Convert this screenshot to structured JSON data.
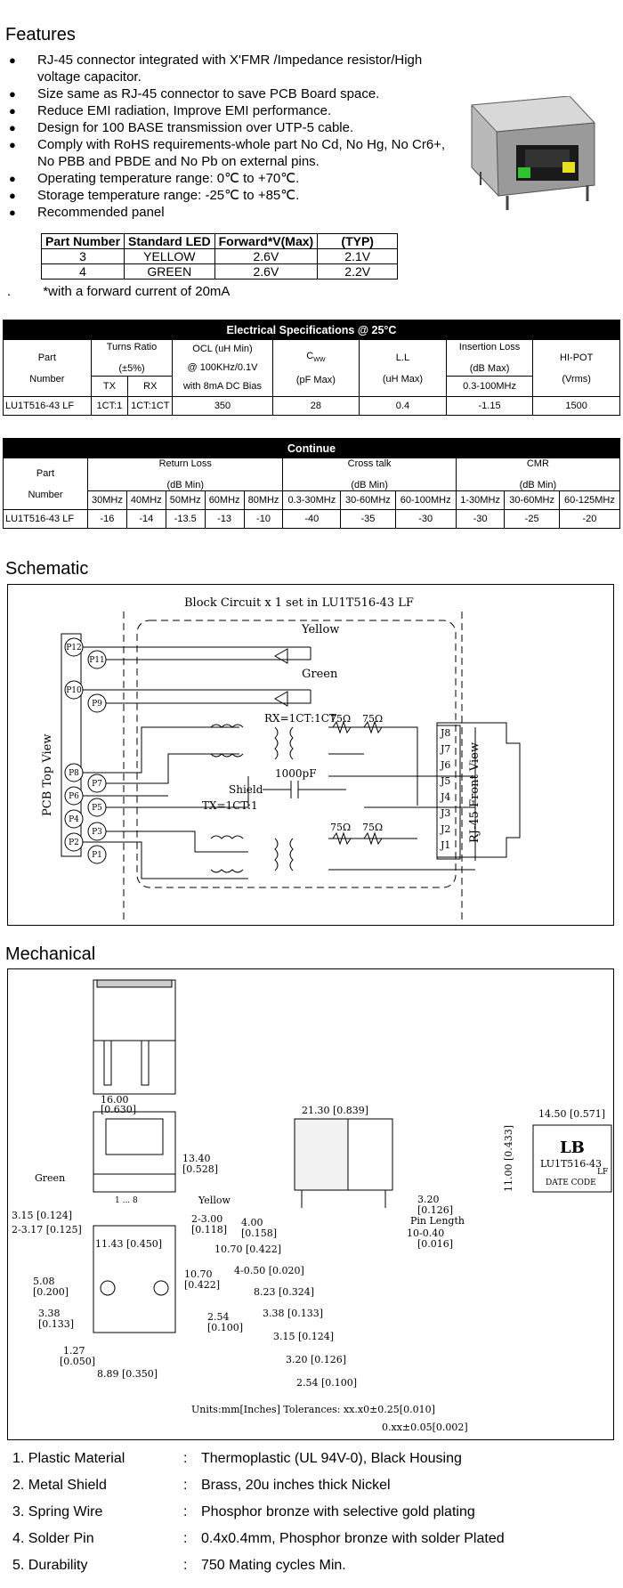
{
  "features": {
    "title": "Features",
    "items": [
      "RJ-45 connector integrated with X'FMR /Impedance resistor/High voltage capacitor.",
      "Size same as RJ-45 connector to save PCB Board space.",
      "Reduce EMI radiation, Improve EMI performance.",
      "Design for 100 BASE transmission over UTP-5 cable.",
      "Comply with RoHS requirements-whole part No Cd, No Hg, No Cr6+, No PBB and PBDE and No Pb on external pins.",
      "Operating temperature range: 0℃  to +70℃.",
      "Storage temperature range: -25℃  to +85℃.",
      "Recommended panel"
    ],
    "panel_table": {
      "headers": [
        "Part Number",
        "Standard LED",
        "Forward*V(Max)",
        "(TYP)"
      ],
      "rows": [
        [
          "3",
          "YELLOW",
          "2.6V",
          "2.1V"
        ],
        [
          "4",
          "GREEN",
          "2.6V",
          "2.2V"
        ]
      ]
    },
    "footnote_dot": ".",
    "footnote": "*with a forward current of 20mA",
    "colors": {
      "led_green": "#2fc42f",
      "led_yellow": "#e6e020"
    }
  },
  "electrical": {
    "title": "Electrical Specifications @ 25°C",
    "h_part": "Part",
    "h_number": "Number",
    "h_turns": "Turns Ratio",
    "h_turns2": "(±5%)",
    "h_tx": "TX",
    "h_rx": "RX",
    "h_ocl1": "OCL (uH Min)",
    "h_ocl2": "@ 100KHz/0.1V",
    "h_ocl3": "with 8mA DC Bias",
    "h_cww": "C",
    "h_cww_sub": "WW",
    "h_cww2": "(pF Max)",
    "h_ll": "L.L",
    "h_ll2": "(uH Max)",
    "h_ins1": "Insertion Loss",
    "h_ins2": "(dB Max)",
    "h_ins3": "0.3-100MHz",
    "h_hipot": "HI-POT",
    "h_hipot2": "(Vrms)",
    "row": [
      "LU1T516-43 LF",
      "1CT:1",
      "1CT:1CT",
      "350",
      "28",
      "0.4",
      "-1.15",
      "1500"
    ]
  },
  "continue": {
    "title": "Continue",
    "h_part": "Part",
    "h_number": "Number",
    "return_loss": "Return Loss",
    "cross_talk": "Cross talk",
    "cmr": "CMR",
    "db_min": "(dB Min)",
    "freqs": [
      "30MHz",
      "40MHz",
      "50MHz",
      "60MHz",
      "80MHz",
      "0.3-30MHz",
      "30-60MHz",
      "60-100MHz",
      "1-30MHz",
      "30-60MHz",
      "60-125MHz"
    ],
    "row": [
      "LU1T516-43 LF",
      "-16",
      "-14",
      "-13.5",
      "-13",
      "-10",
      "-40",
      "-35",
      "-30",
      "-30",
      "-25",
      "-20"
    ]
  },
  "schematic": {
    "title": "Schematic",
    "block": "Block Circuit   x 1 set in LU1T516-43 LF",
    "yellow": "Yellow",
    "green": "Green",
    "rx": "RX=1CT:1CT",
    "tx": "TX=1CT:1",
    "cap": "1000pF",
    "shield": "Shield",
    "r75": "75Ω",
    "pcb_view": "PCB Top View",
    "rj45_view": "RJ-45 Front View",
    "pins_left": [
      "P12",
      "P11",
      "P10",
      "P9",
      "P8",
      "P7",
      "P6",
      "P5",
      "P4",
      "P3",
      "P2",
      "P1"
    ],
    "pins_right": [
      "J8",
      "J7",
      "J6",
      "J5",
      "J4",
      "J3",
      "J2",
      "J1"
    ]
  },
  "mechanical": {
    "title": "Mechanical",
    "dims": {
      "w16": "16.00",
      "w16i": "[0.630]",
      "h1340": "13.40",
      "h1340i": "[0.528]",
      "green": "Green",
      "yellow": "Yellow",
      "d315": "3.15 [0.124]",
      "d2317": "2-3.17 [0.125]",
      "d1143": "11.43 [0.450]",
      "d2300": "2-3.00",
      "d2300i": "[0.118]",
      "d508": "5.08",
      "d508i": "[0.200]",
      "d338": "3.38",
      "d338i": "[0.133]",
      "d1070": "10.70",
      "d1070i": "[0.422]",
      "d254": "2.54",
      "d254i": "[0.100]",
      "d127": "1.27",
      "d127i": "[0.050]",
      "d889": "8.89 [0.350]",
      "w2130": "21.30 [0.839]",
      "d400": "4.00",
      "d400i": "[0.158]",
      "s1070": "10.70 [0.422]",
      "s4050": "4-0.50 [0.020]",
      "s823": "8.23 [0.324]",
      "s338": "3.38 [0.133]",
      "s315": "3.15 [0.124]",
      "s320": "3.20 [0.126]",
      "s254": "2.54 [0.100]",
      "p320": "3.20",
      "p320i": "[0.126]",
      "plen": "Pin Length",
      "p1040": "10-0.40",
      "p1040i": "[0.016]",
      "w1450": "14.50 [0.571]",
      "h1100": "11.00 [0.433]",
      "logo": "LB",
      "part": "LU1T516-43",
      "lf": "LF",
      "date": "DATE CODE",
      "units": "Units:mm[Inches]  Tolerances: xx.x0±0.25[0.010]",
      "units2": "0.xx±0.05[0.002]",
      "dots": "1   ...   8"
    }
  },
  "materials": [
    {
      "label": "1. Plastic Material",
      "value": "Thermoplastic (UL 94V-0), Black Housing"
    },
    {
      "label": "2. Metal Shield",
      "value": "Brass, 20u inches thick Nickel"
    },
    {
      "label": "3. Spring Wire",
      "value": "Phosphor bronze with selective gold plating"
    },
    {
      "label": "4. Solder Pin",
      "value": "0.4x0.4mm, Phosphor bronze with solder Plated"
    },
    {
      "label": "5. Durability",
      "value": "750 Mating cycles Min."
    }
  ],
  "colon": ":"
}
